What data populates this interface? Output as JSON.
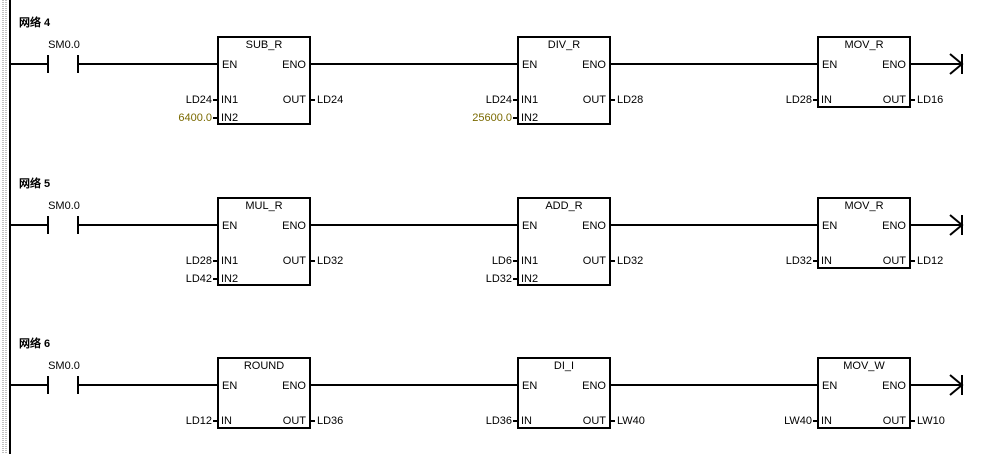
{
  "colors": {
    "constant": "#7a6a00",
    "line": "#000000",
    "rail": "#808080"
  },
  "networks": [
    {
      "title": "网络 4",
      "contact": "SM0.0",
      "blocks": [
        {
          "name": "SUB_R",
          "inputs": [
            {
              "pin": "EN",
              "value": ""
            },
            {
              "pin": "IN1",
              "value": "LD24",
              "constant": false
            },
            {
              "pin": "IN2",
              "value": "6400.0",
              "constant": true
            }
          ],
          "outputs": [
            {
              "pin": "ENO",
              "value": ""
            },
            {
              "pin": "OUT",
              "value": "LD24"
            }
          ]
        },
        {
          "name": "DIV_R",
          "inputs": [
            {
              "pin": "EN",
              "value": ""
            },
            {
              "pin": "IN1",
              "value": "LD24",
              "constant": false
            },
            {
              "pin": "IN2",
              "value": "25600.0",
              "constant": true
            }
          ],
          "outputs": [
            {
              "pin": "ENO",
              "value": ""
            },
            {
              "pin": "OUT",
              "value": "LD28"
            }
          ]
        },
        {
          "name": "MOV_R",
          "inputs": [
            {
              "pin": "EN",
              "value": ""
            },
            {
              "pin": "IN",
              "value": "LD28",
              "constant": false
            }
          ],
          "outputs": [
            {
              "pin": "ENO",
              "value": ""
            },
            {
              "pin": "OUT",
              "value": "LD16"
            }
          ]
        }
      ]
    },
    {
      "title": "网络 5",
      "contact": "SM0.0",
      "blocks": [
        {
          "name": "MUL_R",
          "inputs": [
            {
              "pin": "EN",
              "value": ""
            },
            {
              "pin": "IN1",
              "value": "LD28",
              "constant": false
            },
            {
              "pin": "IN2",
              "value": "LD42",
              "constant": false
            }
          ],
          "outputs": [
            {
              "pin": "ENO",
              "value": ""
            },
            {
              "pin": "OUT",
              "value": "LD32"
            }
          ]
        },
        {
          "name": "ADD_R",
          "inputs": [
            {
              "pin": "EN",
              "value": ""
            },
            {
              "pin": "IN1",
              "value": "LD6",
              "constant": false
            },
            {
              "pin": "IN2",
              "value": "LD32",
              "constant": false
            }
          ],
          "outputs": [
            {
              "pin": "ENO",
              "value": ""
            },
            {
              "pin": "OUT",
              "value": "LD32"
            }
          ]
        },
        {
          "name": "MOV_R",
          "inputs": [
            {
              "pin": "EN",
              "value": ""
            },
            {
              "pin": "IN",
              "value": "LD32",
              "constant": false
            }
          ],
          "outputs": [
            {
              "pin": "ENO",
              "value": ""
            },
            {
              "pin": "OUT",
              "value": "LD12"
            }
          ]
        }
      ]
    },
    {
      "title": "网络 6",
      "contact": "SM0.0",
      "blocks": [
        {
          "name": "ROUND",
          "inputs": [
            {
              "pin": "EN",
              "value": ""
            },
            {
              "pin": "IN",
              "value": "LD12",
              "constant": false
            }
          ],
          "outputs": [
            {
              "pin": "ENO",
              "value": ""
            },
            {
              "pin": "OUT",
              "value": "LD36"
            }
          ]
        },
        {
          "name": "DI_I",
          "inputs": [
            {
              "pin": "EN",
              "value": ""
            },
            {
              "pin": "IN",
              "value": "LD36",
              "constant": false
            }
          ],
          "outputs": [
            {
              "pin": "ENO",
              "value": ""
            },
            {
              "pin": "OUT",
              "value": "LW40"
            }
          ]
        },
        {
          "name": "MOV_W",
          "inputs": [
            {
              "pin": "EN",
              "value": ""
            },
            {
              "pin": "IN",
              "value": "LW40",
              "constant": false
            }
          ],
          "outputs": [
            {
              "pin": "ENO",
              "value": ""
            },
            {
              "pin": "OUT",
              "value": "LW10"
            }
          ]
        }
      ]
    }
  ]
}
